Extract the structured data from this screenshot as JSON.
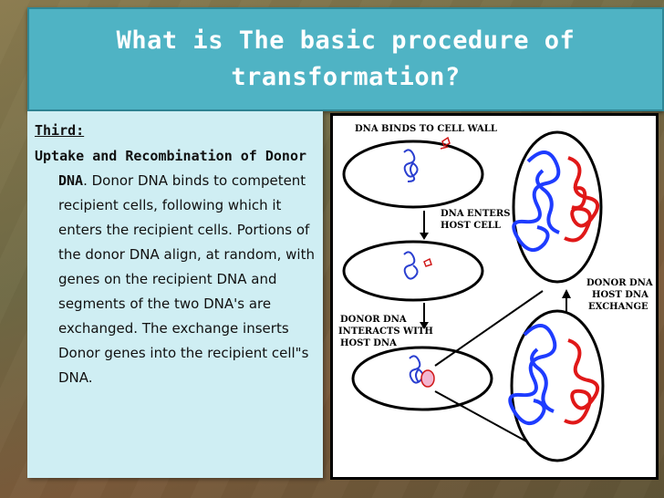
{
  "slide": {
    "title": "What is The basic procedure of transformation?",
    "heading": "Third:",
    "paragraph_lead": "Uptake and Recombination of Donor DNA",
    "paragraph_body": ". Donor DNA binds to competent recipient cells, following which it enters the recipient cells. Portions of the donor DNA align, at random, with genes on the recipient DNA and segments of the two DNA's are exchanged. The exchange inserts Donor genes into the recipient cell\"s DNA."
  },
  "diagram": {
    "label_binds": "DNA BINDS TO CELL WALL",
    "label_enters_1": "DNA ENTERS",
    "label_enters_2": "HOST CELL",
    "label_interacts_1": "DONOR DNA",
    "label_interacts_2": "INTERACTS WITH",
    "label_interacts_3": "HOST DNA",
    "label_exchange_1": "DONOR DNA",
    "label_exchange_2": "HOST DNA",
    "label_exchange_3": "EXCHANGE"
  },
  "colors": {
    "title_bg": "#4fb3c4",
    "panel_bg": "#cfeef3",
    "host_dna": "#1e3cff",
    "donor_dna": "#e01818"
  }
}
